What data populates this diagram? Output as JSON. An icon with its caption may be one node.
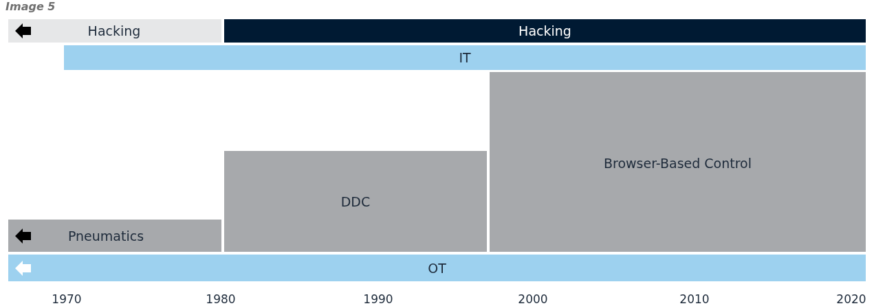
{
  "diagram": {
    "title": "Image 5",
    "nodes": [
      {
        "text": [
          "Hacking"
        ]
      },
      {
        "text": [
          "Hacking"
        ]
      },
      {
        "text": [
          "IT"
        ]
      },
      {
        "text": [
          "Browser-Based Control"
        ]
      },
      {
        "text": [
          "DDC"
        ]
      },
      {
        "text": [
          "Pneumatics"
        ]
      },
      {
        "text": [
          "OT"
        ]
      }
    ],
    "labels": [
      "1970",
      "1980",
      "1990",
      "2000",
      "2010",
      "2020"
    ]
  }
}
